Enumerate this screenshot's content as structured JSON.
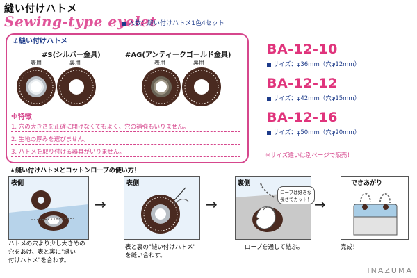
{
  "header": {
    "title_jp": "縫い付けハトメ",
    "title_en": "Sewing-type eyelet",
    "set_note": "入数：縫い付けハトメ1色4セット"
  },
  "panel": {
    "label": "縫い付けハトメ",
    "variant_s": {
      "name": "#S(シルバー金具)",
      "front": "表用",
      "back": "裏用"
    },
    "variant_ag": {
      "name": "#AG(アンティークゴールド金具)",
      "front": "表用",
      "back": "裏用"
    },
    "features_title": "※特徴",
    "features": [
      "1. 穴の大きさを正確に開けなくてもよく、穴の補強もいりません。",
      "2. 生地の厚みを選びません。",
      "3. ハトメを取り付ける器具がいりません。"
    ]
  },
  "models": [
    {
      "code": "BA-12-10",
      "spec": "サイズ：φ36mm（穴φ12mm）"
    },
    {
      "code": "BA-12-12",
      "spec": "サイズ：φ42mm（穴φ15mm）"
    },
    {
      "code": "BA-12-16",
      "spec": "サイズ：φ50mm（穴φ20mm）"
    }
  ],
  "other_size_note": "※サイズ違いは別ページで販売！",
  "howto": {
    "title": "★縫い付けハトメとコットンロープの使い方！",
    "steps": [
      {
        "label": "表側",
        "caption": [
          "ハトメの穴より少し大きめの",
          "穴をあけ、表と裏に\"縫い",
          "付けハトメ\"を合わす。"
        ]
      },
      {
        "label": "表側",
        "caption": [
          "表と裏の\"縫い付けハトメ\"",
          "を縫い合わす。"
        ]
      },
      {
        "label": "裏側",
        "bubble": [
          "ロープは好きな",
          "長さでカット！"
        ],
        "caption": [
          "ロープを通して結ぶ。"
        ]
      },
      {
        "label": "できあがり",
        "caption": [
          "完成！"
        ]
      }
    ]
  },
  "brand": "INAZUMA",
  "colors": {
    "accent_pink": "#e0347c",
    "navy": "#1d3b8a",
    "leather": "#4a2a20"
  }
}
